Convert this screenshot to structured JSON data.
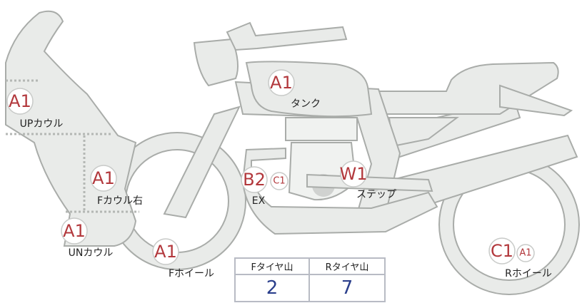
{
  "parts": [
    {
      "id": "up-cowl",
      "label": "UPカウル",
      "grade": "A1",
      "sub_grade": ""
    },
    {
      "id": "f-cowl-right",
      "label": "Fカウル右",
      "grade": "A1",
      "sub_grade": ""
    },
    {
      "id": "un-cowl",
      "label": "UNカウル",
      "grade": "A1",
      "sub_grade": ""
    },
    {
      "id": "f-wheel",
      "label": "Fホイール",
      "grade": "A1",
      "sub_grade": ""
    },
    {
      "id": "tank",
      "label": "タンク",
      "grade": "A1",
      "sub_grade": ""
    },
    {
      "id": "ex",
      "label": "EX",
      "grade": "B2",
      "sub_grade": "C1"
    },
    {
      "id": "step",
      "label": "ステップ",
      "grade": "W1",
      "sub_grade": ""
    },
    {
      "id": "r-wheel",
      "label": "Rホイール",
      "grade": "C1",
      "sub_grade": "A1"
    }
  ],
  "tread": {
    "front_label": "Fタイヤ山",
    "rear_label": "Rタイヤ山",
    "front_value": "2",
    "rear_value": "7"
  },
  "colors": {
    "grade_text": "#b2383c",
    "tread_value": "#2b3f8c",
    "part_fill": "#e9ebe9"
  }
}
